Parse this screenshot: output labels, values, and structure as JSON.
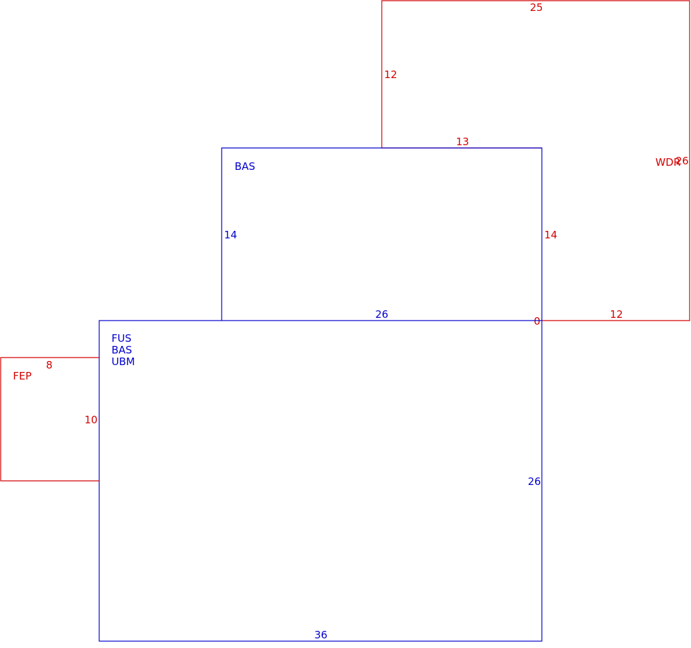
{
  "colors": {
    "red": "#d40000",
    "blue": "#0000cc",
    "background": "#ffffff"
  },
  "wdr": {
    "label": "WDR",
    "top_dim": "25",
    "left_upper_dim": "12",
    "right_dim": "26",
    "inner_top_dim": "13",
    "inner_left_dim": "14",
    "bottom_dim": "12",
    "corner_dim": "0"
  },
  "bas_upper": {
    "label": "BAS",
    "left_dim": "14",
    "bottom_dim": "26"
  },
  "main_block": {
    "labels": [
      "FUS",
      "BAS",
      "UBM"
    ],
    "right_dim": "26",
    "bottom_dim": "36"
  },
  "fep": {
    "label": "FEP",
    "top_dim": "8",
    "right_dim": "10"
  }
}
